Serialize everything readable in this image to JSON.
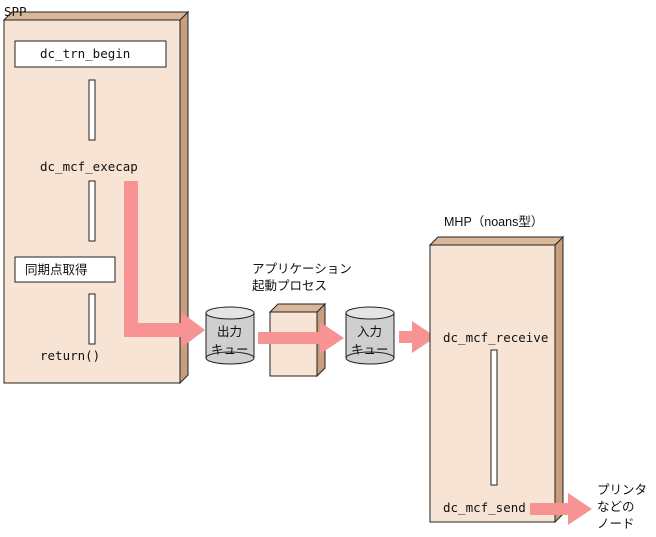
{
  "colors": {
    "box_fill": "#f7e4d4",
    "box_side": "#c89e7c",
    "arrow": "#f89393",
    "cylinder": "#cfcfcf",
    "line": "#222222"
  },
  "spp": {
    "label": "SPP",
    "begin": "dc_trn_begin",
    "execap": "dc_mcf_execap",
    "sync": "同期点取得",
    "ret": "return()"
  },
  "out_queue": {
    "line1": "出力",
    "line2": "キュー"
  },
  "app_process": {
    "line1": "アプリケーション",
    "line2": "起動プロセス"
  },
  "in_queue": {
    "line1": "入力",
    "line2": "キュー"
  },
  "mhp": {
    "label": "MHP（noans型）",
    "receive": "dc_mcf_receive",
    "send": "dc_mcf_send"
  },
  "printer": {
    "line1": "プリンタ",
    "line2": "などの",
    "line3": "ノード"
  }
}
